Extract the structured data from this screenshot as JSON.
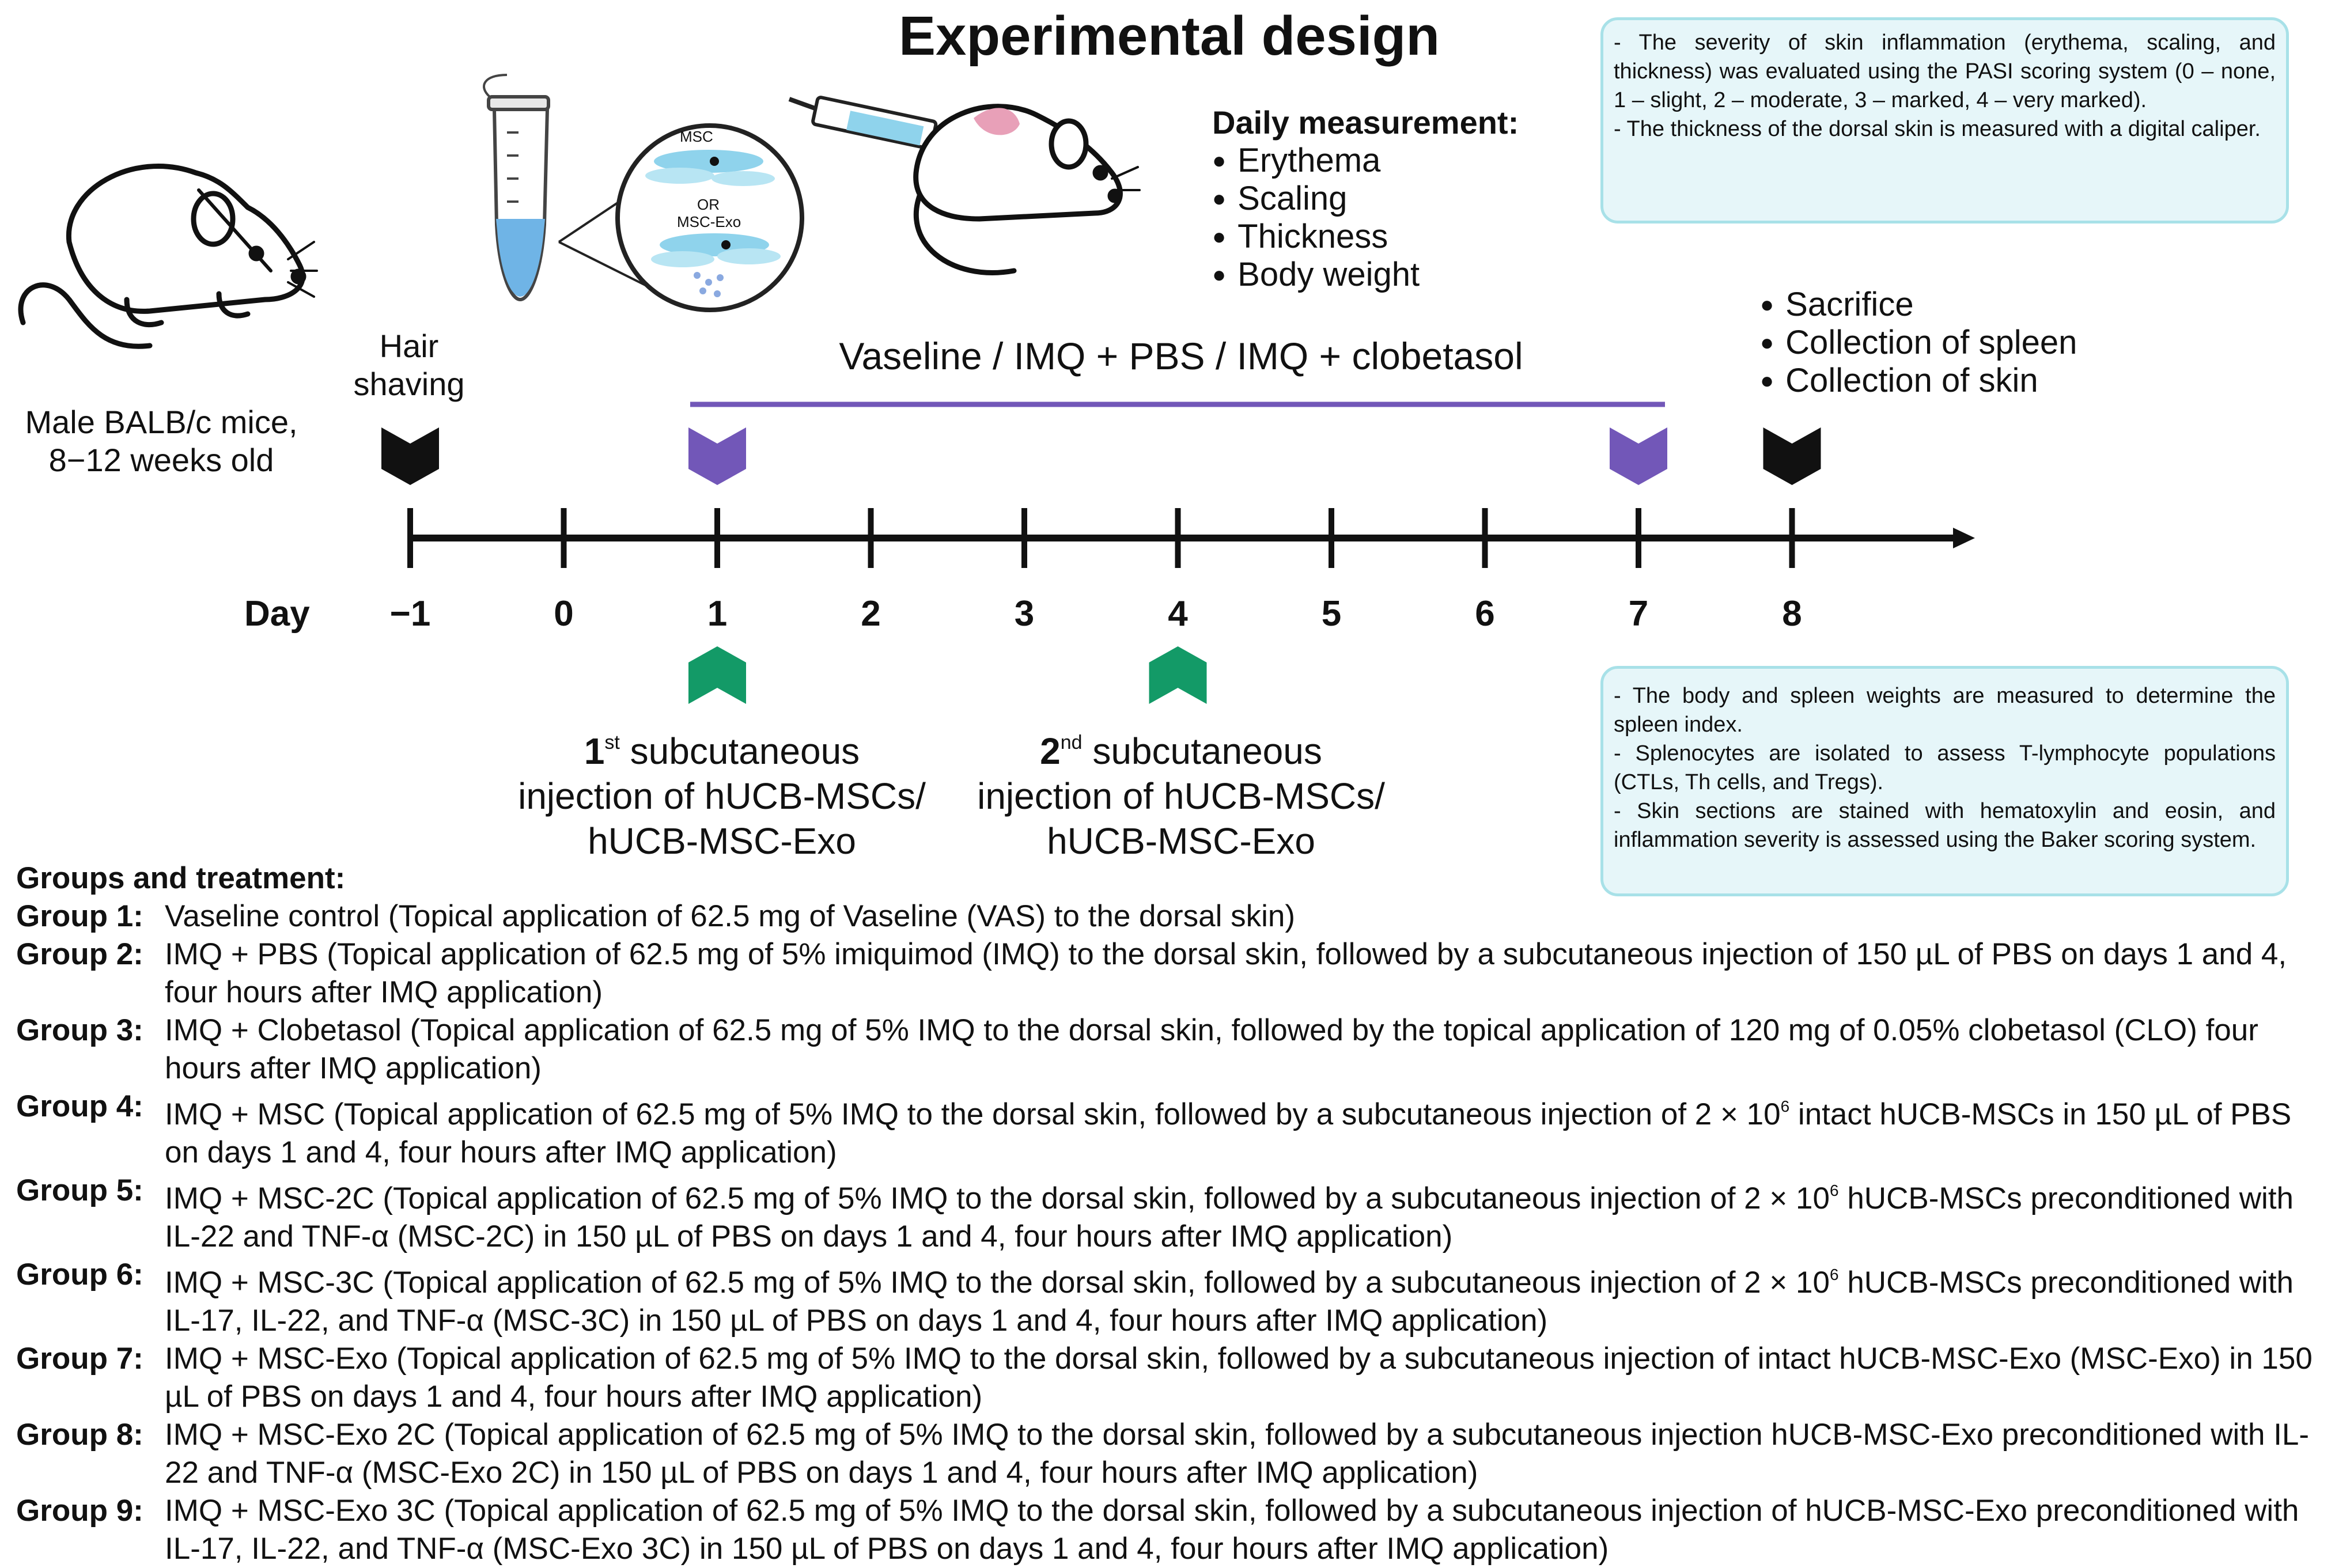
{
  "title": "Experimental design",
  "info_top": [
    "- The severity of skin inflammation (erythema, scaling, and thickness) was evaluated using the PASI scoring system (0 – none, 1 – slight, 2 – moderate, 3 – marked, 4 – very marked).",
    "- The thickness of the dorsal skin is measured with a digital caliper."
  ],
  "info_bottom": [
    "- The body and spleen weights are measured to determine the spleen index.",
    "- Splenocytes are isolated to assess T-lymphocyte populations (CTLs, Th cells, and Tregs).",
    "- Skin sections are stained with hematoxylin and eosin, and inflammation severity is assessed using the Baker scoring system."
  ],
  "tube_labels": {
    "msc": "MSC",
    "or": "OR",
    "exo": "MSC-Exo"
  },
  "daily_measurement": {
    "title": "Daily measurement:",
    "items": [
      "Erythema",
      "Scaling",
      "Thickness",
      "Body weight"
    ]
  },
  "mice_caption": [
    "Male BALB/c mice,",
    "8−12 weeks old"
  ],
  "hair_shaving": [
    "Hair",
    "shaving"
  ],
  "treatment_label": "Vaseline / IMQ + PBS / IMQ + clobetasol",
  "end_events": [
    "Sacrifice",
    "Collection of spleen",
    "Collection of skin"
  ],
  "timeline": {
    "day_label": "Day",
    "ticks": [
      "−1",
      "0",
      "1",
      "2",
      "3",
      "4",
      "5",
      "6",
      "7",
      "8"
    ]
  },
  "injection1": {
    "ordinal": "1",
    "sup": "st",
    "line1": " subcutaneous",
    "line2": "injection of hUCB-MSCs/",
    "line3": "hUCB-MSC-Exo"
  },
  "injection2": {
    "ordinal": "2",
    "sup": "nd",
    "line1": " subcutaneous",
    "line2": "injection of hUCB-MSCs/",
    "line3": "hUCB-MSC-Exo"
  },
  "groups_title": "Groups and treatment:",
  "groups": [
    {
      "label": "Group 1:",
      "text": "Vaseline control (Topical application of 62.5 mg of Vaseline (VAS) to the dorsal skin)"
    },
    {
      "label": "Group 2:",
      "text": "IMQ + PBS (Topical application of 62.5 mg of 5% imiquimod (IMQ) to the dorsal skin, followed by a subcutaneous injection of 150 µL of PBS on days 1 and 4, four hours after IMQ application)"
    },
    {
      "label": "Group 3:",
      "text": "IMQ + Clobetasol (Topical application of 62.5 mg of 5% IMQ to the dorsal skin, followed by the topical application of 120 mg of 0.05% clobetasol (CLO) four hours after IMQ application)"
    },
    {
      "label": "Group 4:",
      "pre": "IMQ + MSC (Topical application of 62.5 mg of 5% IMQ to the dorsal skin, followed by a subcutaneous injection of 2 × 10",
      "sup": "6",
      "post": " intact hUCB-MSCs in 150 µL of PBS on days 1 and 4, four hours after IMQ application)"
    },
    {
      "label": "Group 5:",
      "pre": "IMQ + MSC-2C (Topical application of 62.5 mg of 5% IMQ to the dorsal skin, followed by a subcutaneous injection of 2 × 10",
      "sup": "6",
      "post": " hUCB-MSCs preconditioned with IL-22 and TNF-α (MSC-2C) in 150 µL of PBS on days 1 and 4, four hours after IMQ application)"
    },
    {
      "label": "Group 6:",
      "pre": "IMQ + MSC-3C (Topical application of 62.5 mg of 5% IMQ to the dorsal skin, followed by a subcutaneous injection of 2 × 10",
      "sup": "6",
      "post": " hUCB-MSCs preconditioned with IL-17, IL-22, and TNF-α (MSC-3C) in 150 µL of PBS on days 1 and 4, four hours after IMQ application)"
    },
    {
      "label": "Group 7:",
      "text": "IMQ + MSC-Exo (Topical application of 62.5 mg of 5% IMQ to the dorsal skin, followed by a subcutaneous injection of intact hUCB-MSC-Exo (MSC-Exo) in 150 µL of PBS on days 1 and 4, four hours after IMQ application)"
    },
    {
      "label": "Group 8:",
      "text": "IMQ + MSC-Exo 2C (Topical application of 62.5 mg of 5% IMQ to the dorsal skin, followed by a subcutaneous injection hUCB-MSC-Exo preconditioned with IL-22 and TNF-α (MSC-Exo 2C) in 150 µL of PBS on days 1 and 4, four hours after IMQ application)"
    },
    {
      "label": "Group 9:",
      "text": "IMQ + MSC-Exo 3C (Topical application of 62.5 mg of 5% IMQ to the dorsal skin, followed by a subcutaneous injection of hUCB-MSC-Exo preconditioned with IL-17, IL-22, and TNF-α (MSC-Exo 3C) in 150 µL of PBS on days 1 and 4, four hours after IMQ application)"
    }
  ],
  "colors": {
    "treatment": "#7257b8",
    "injection": "#139a67",
    "marker_black": "#111111",
    "box_fill": "#e6f6f9",
    "box_border": "#a8e1e8",
    "tube_liquid": "#6fb4e6",
    "msc_cells": "#8fd3ec",
    "mouse_skin": "#e8a0b8"
  }
}
